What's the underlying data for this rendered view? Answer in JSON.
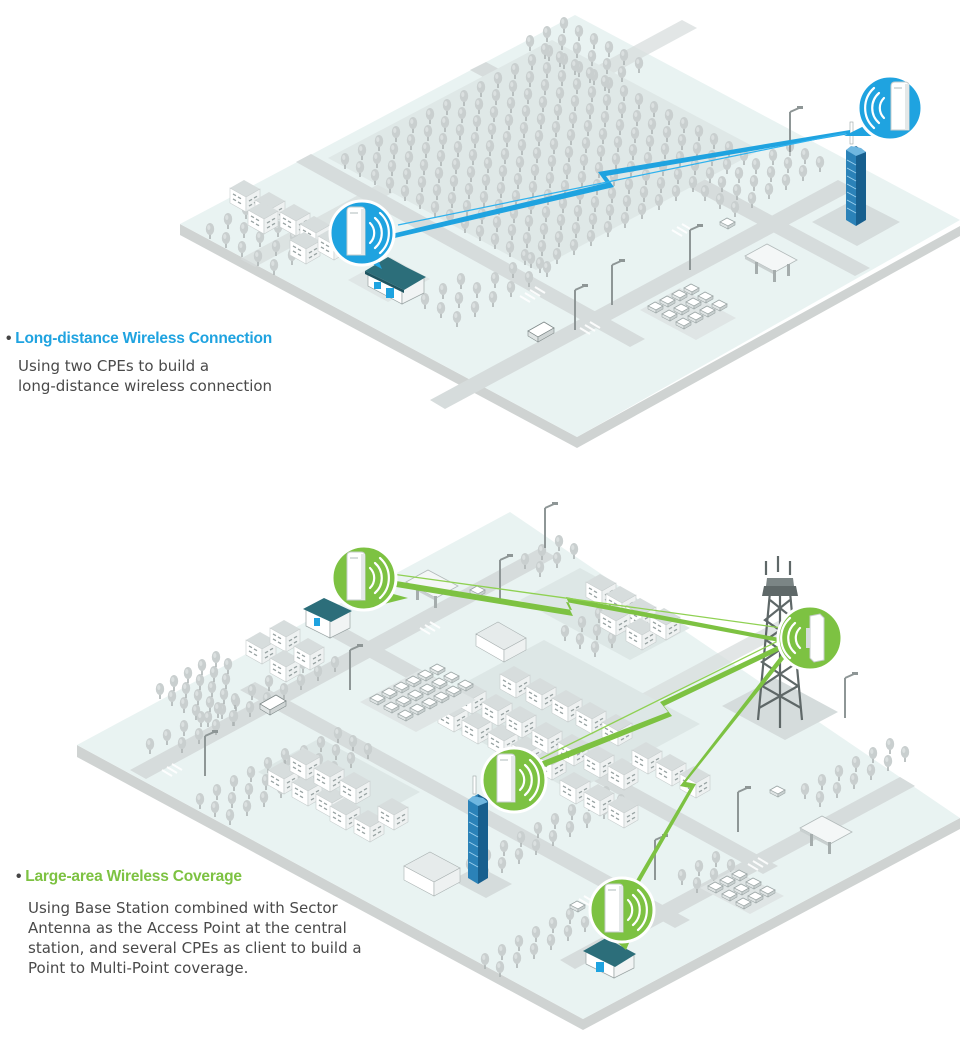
{
  "colors": {
    "blue": "#1fa3e0",
    "green": "#7dc242",
    "platform_top": "#e9f3f2",
    "platform_side": "#cfd3d2",
    "road": "#d5dcdc",
    "tree": "#c9cfcf",
    "building": "#ffffff",
    "building_roof": "#cfd5d5",
    "house_roof": "#2c6e7a"
  },
  "sections": [
    {
      "title": "Long-distance Wireless Connection",
      "accent": "blue",
      "description_lines": [
        "Using two CPEs to build a",
        "long-distance wireless connection"
      ],
      "icons": [
        "cpe-device-icon",
        "cpe-device-icon"
      ]
    },
    {
      "title": "Large-area Wireless Coverage",
      "accent": "green",
      "description_lines": [
        "Using Base Station combined with Sector",
        "Antenna as the Access Point at the central",
        "station, and several CPEs as client to build a",
        "Point to Multi-Point coverage."
      ],
      "icons": [
        "cpe-device-icon",
        "sector-antenna-icon",
        "cpe-device-icon",
        "cpe-device-icon"
      ]
    }
  ]
}
